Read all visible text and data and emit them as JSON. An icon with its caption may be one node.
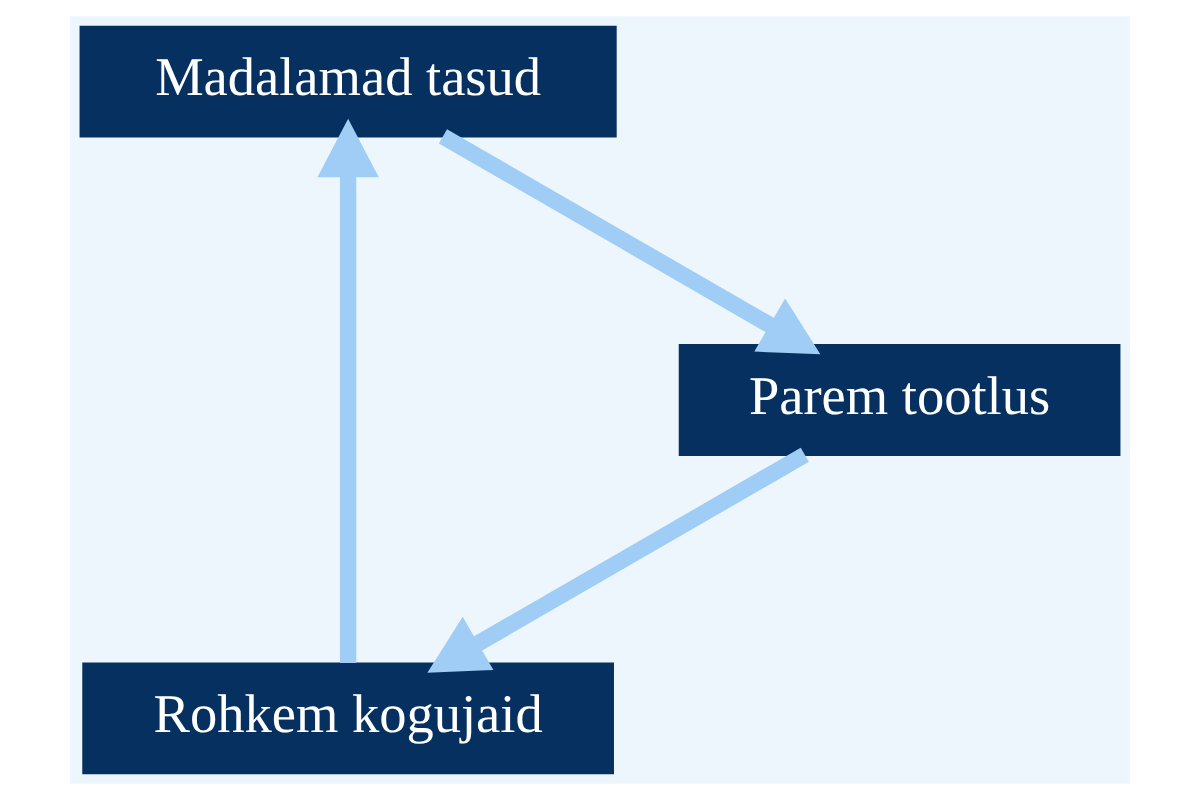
{
  "diagram": {
    "nodes": [
      {
        "text": [
          "Rohkem kogujaid"
        ]
      },
      {
        "text": [
          "Madalamad tasud"
        ]
      },
      {
        "text": [
          "Parem tootlus"
        ]
      }
    ],
    "edges": [
      {
        "from": 0,
        "to": 1,
        "arrow": "to"
      },
      {
        "from": 1,
        "to": 2,
        "arrow": "to"
      },
      {
        "from": 2,
        "to": 0,
        "arrow": "to"
      }
    ]
  }
}
